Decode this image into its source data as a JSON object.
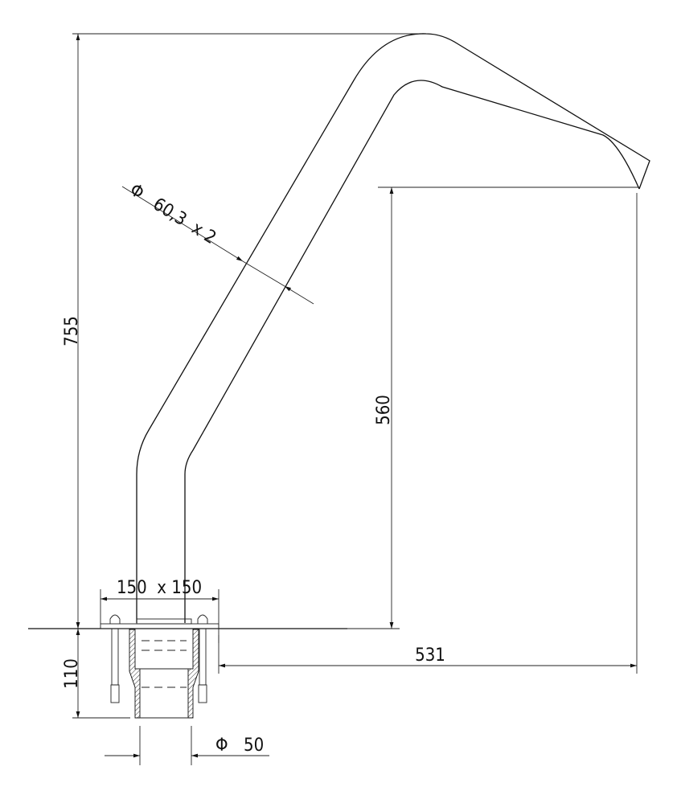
{
  "drawing": {
    "dimensions": {
      "total_height": "755",
      "outlet_height": "560",
      "reach": "531",
      "anchor_depth": "110",
      "plate_size": "150  x 150",
      "pipe_diameter_symbol": "Φ",
      "pipe_diameter": "60,3  x 2",
      "sleeve_diameter_symbol": "Φ",
      "sleeve_diameter": "50"
    }
  }
}
